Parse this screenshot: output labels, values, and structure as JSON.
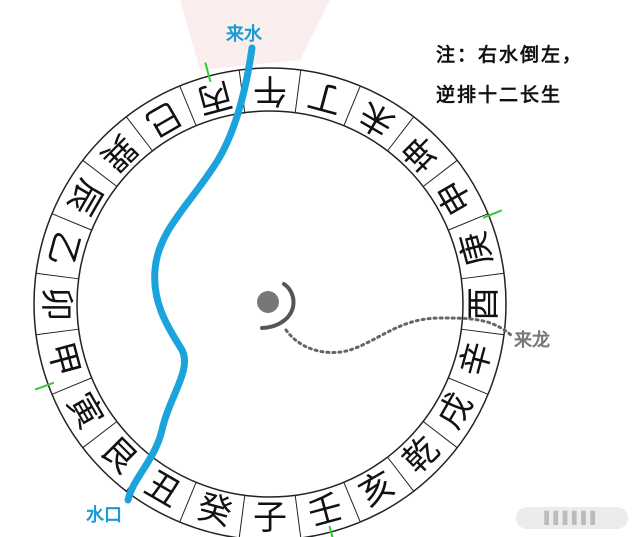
{
  "notes": {
    "line1": "注：右水倒左，",
    "line2": "逆排十二长生"
  },
  "labels": {
    "water_in": "来水",
    "water_out": "水口",
    "dragon": "来龙"
  },
  "ring": {
    "mountains": [
      "午",
      "丁",
      "未",
      "坤",
      "申",
      "庚",
      "酉",
      "辛",
      "戌",
      "乾",
      "亥",
      "壬",
      "子",
      "癸",
      "丑",
      "艮",
      "寅",
      "甲",
      "卯",
      "乙",
      "辰",
      "巽",
      "巳",
      "丙"
    ]
  },
  "colors": {
    "water": "#1aa3dc",
    "label_water": "#1a9bd6",
    "tick": "#2ecc2e",
    "dragon_line": "#666666",
    "center_dot": "#777777",
    "ring_line": "#222222"
  },
  "watermark": "▌▌▌▌▌▌"
}
